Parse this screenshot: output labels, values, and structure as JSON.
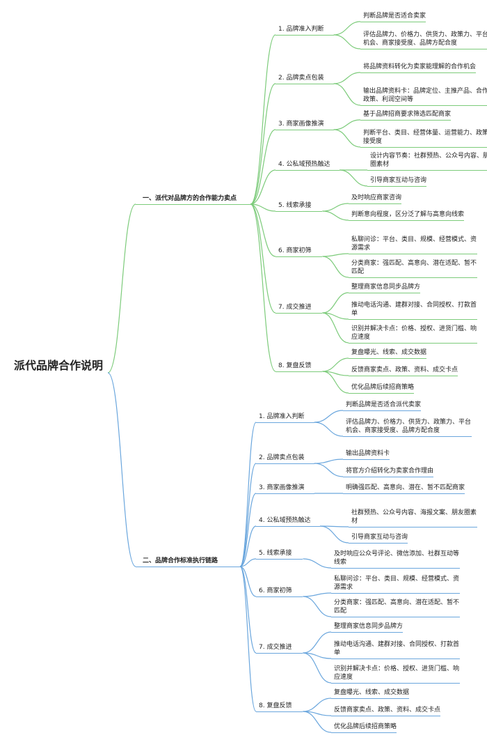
{
  "colors": {
    "branch_1": "#7ccb7a",
    "branch_2": "#6aa6dd",
    "text": "#222222"
  },
  "root": {
    "label": "派代品牌合作说明"
  },
  "sections": [
    {
      "label": "一、派代对品牌方的合作能力卖点",
      "steps": [
        {
          "label": "1. 品牌准入判断",
          "items": [
            "判断品牌是否适合卖家",
            "评估品牌力、价格力、供货力、政策力、平台机会、商家接受度、品牌方配合度"
          ]
        },
        {
          "label": "2. 品牌卖点包装",
          "items": [
            "将品牌资料转化为卖家能理解的合作机会",
            "输出品牌资料卡：品牌定位、主推产品、合作政策、利润空间等"
          ]
        },
        {
          "label": "3. 商家画像推演",
          "items": [
            "基于品牌招商要求筛选匹配商家",
            "判断平台、类目、经营体量、运营能力、政策接受度"
          ]
        },
        {
          "label": "4. 公私域预热触达",
          "items": [
            "设计内容节奏：社群预热、公众号内容、朋友圈素材",
            "引导商家互动与咨询"
          ]
        },
        {
          "label": "5. 线索承接",
          "items": [
            "及时响应商家咨询",
            "判断意向程度，区分泛了解与高意向线索"
          ]
        },
        {
          "label": "6. 商家初筛",
          "items": [
            "私聊问诊：平台、类目、规模、经营模式、资源需求",
            "分类商家：强匹配、高意向、潜在适配、暂不匹配"
          ]
        },
        {
          "label": "7. 成交推进",
          "items": [
            "整理商家信息同步品牌方",
            "推动电话沟通、建群对接、合同授权、打款首单",
            "识别并解决卡点：价格、授权、进货门槛、响应速度"
          ]
        },
        {
          "label": "8. 复盘反馈",
          "items": [
            "复盘曝光、线索、成交数据",
            "反馈商家卖点、政策、资料、成交卡点",
            "优化品牌后续招商策略"
          ]
        }
      ]
    },
    {
      "label": "二、品牌合作标准执行链路",
      "steps": [
        {
          "label": "1. 品牌准入判断",
          "items": [
            "判断品牌是否适合派代卖家",
            "评估品牌力、价格力、供货力、政策力、平台机会、商家接受度、品牌方配合度"
          ]
        },
        {
          "label": "2. 品牌卖点包装",
          "items": [
            "输出品牌资料卡",
            "将官方介绍转化为卖家合作理由"
          ]
        },
        {
          "label": "3. 商家画像推演",
          "items": [
            "明确强匹配、高意向、潜在、暂不匹配商家"
          ]
        },
        {
          "label": "4. 公私域预热触达",
          "items": [
            "社群预热、公众号内容、海报文案、朋友圈素材",
            "引导商家互动与咨询"
          ]
        },
        {
          "label": "5. 线索承接",
          "items": [
            "及时响应公众号评论、微信添加、社群互动等线索"
          ]
        },
        {
          "label": "6. 商家初筛",
          "items": [
            "私聊问诊：平台、类目、规模、经营模式、资源需求",
            "分类商家：强匹配、高意向、潜在适配、暂不匹配"
          ]
        },
        {
          "label": "7. 成交推进",
          "items": [
            "整理商家信息同步品牌方",
            "推动电话沟通、建群对接、合同授权、打款首单",
            "识别并解决卡点：价格、授权、进货门槛、响应速度"
          ]
        },
        {
          "label": "8. 复盘反馈",
          "items": [
            "复盘曝光、线索、成交数据",
            "反馈商家卖点、政策、资料、成交卡点",
            "优化品牌后续招商策略"
          ]
        }
      ]
    }
  ]
}
